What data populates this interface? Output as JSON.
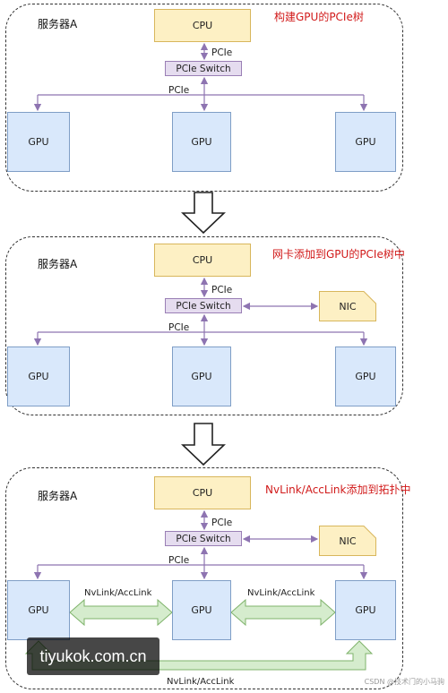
{
  "panels": [
    {
      "server": "服务器A",
      "caption": "构建GPU的PCIe树",
      "cpu": "CPU",
      "switch": "PCIe Switch",
      "link_cpu": "PCIe",
      "link_gpu": "PCIe",
      "gpus": [
        "GPU",
        "GPU",
        "GPU"
      ]
    },
    {
      "server": "服务器A",
      "caption": "网卡添加到GPU的PCIe树中",
      "cpu": "CPU",
      "switch": "PCIe Switch",
      "link_cpu": "PCIe",
      "link_gpu": "PCIe",
      "nic": "NIC",
      "gpus": [
        "GPU",
        "GPU",
        "GPU"
      ]
    },
    {
      "server": "服务器A",
      "caption": "NvLink/AccLink添加到拓扑中",
      "cpu": "CPU",
      "switch": "PCIe Switch",
      "link_cpu": "PCIe",
      "link_gpu": "PCIe",
      "nic": "NIC",
      "gpus": [
        "GPU",
        "GPU",
        "GPU"
      ],
      "nvlinks": [
        "NvLink/AccLink",
        "NvLink/AccLink",
        "NvLink/AccLink"
      ]
    }
  ],
  "watermark": "tiyukok.com.cn",
  "credit": "CSDN @技术门的小马驹",
  "colors": {
    "cpu_fill": "#fdf0c4",
    "switch_fill": "#e5dcef",
    "gpu_fill": "#d9e8fb",
    "nvlink_fill": "#d5eccd",
    "caption": "#d11a1a"
  }
}
